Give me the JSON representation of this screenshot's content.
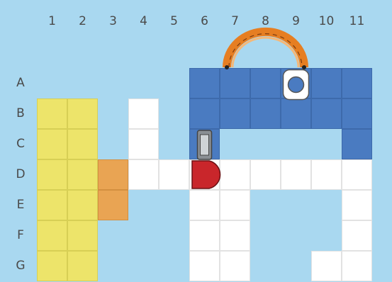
{
  "columns": [
    "1",
    "2",
    "3",
    "4",
    "5",
    "6",
    "7",
    "8",
    "9",
    "10",
    "11"
  ],
  "rows": [
    "A",
    "B",
    "C",
    "D",
    "E",
    "F",
    "G"
  ],
  "colors": {
    "background": "#a9d8f0",
    "yellow": "#ede46a",
    "orange": "#e9a453",
    "white": "#ffffff",
    "blue": "#4a7bc1",
    "red_piece": "#c9262b",
    "arc": "#e67e22"
  },
  "tiles": [
    {
      "row": "B",
      "col": "1",
      "color": "yellow"
    },
    {
      "row": "B",
      "col": "2",
      "color": "yellow"
    },
    {
      "row": "C",
      "col": "1",
      "color": "yellow"
    },
    {
      "row": "C",
      "col": "2",
      "color": "yellow"
    },
    {
      "row": "D",
      "col": "1",
      "color": "yellow"
    },
    {
      "row": "D",
      "col": "2",
      "color": "yellow"
    },
    {
      "row": "E",
      "col": "1",
      "color": "yellow"
    },
    {
      "row": "E",
      "col": "2",
      "color": "yellow"
    },
    {
      "row": "F",
      "col": "1",
      "color": "yellow"
    },
    {
      "row": "F",
      "col": "2",
      "color": "yellow"
    },
    {
      "row": "G",
      "col": "1",
      "color": "yellow"
    },
    {
      "row": "G",
      "col": "2",
      "color": "yellow"
    },
    {
      "row": "D",
      "col": "3",
      "color": "orange"
    },
    {
      "row": "E",
      "col": "3",
      "color": "orange"
    },
    {
      "row": "B",
      "col": "4",
      "color": "white"
    },
    {
      "row": "C",
      "col": "4",
      "color": "white"
    },
    {
      "row": "D",
      "col": "4",
      "color": "white"
    },
    {
      "row": "D",
      "col": "5",
      "color": "white"
    },
    {
      "row": "D",
      "col": "6",
      "color": "white"
    },
    {
      "row": "D",
      "col": "7",
      "color": "white"
    },
    {
      "row": "D",
      "col": "8",
      "color": "white"
    },
    {
      "row": "D",
      "col": "9",
      "color": "white"
    },
    {
      "row": "D",
      "col": "10",
      "color": "white"
    },
    {
      "row": "D",
      "col": "11",
      "color": "white"
    },
    {
      "row": "E",
      "col": "6",
      "color": "white"
    },
    {
      "row": "E",
      "col": "7",
      "color": "white"
    },
    {
      "row": "F",
      "col": "6",
      "color": "white"
    },
    {
      "row": "F",
      "col": "7",
      "color": "white"
    },
    {
      "row": "G",
      "col": "6",
      "color": "white"
    },
    {
      "row": "G",
      "col": "7",
      "color": "white"
    },
    {
      "row": "E",
      "col": "11",
      "color": "white"
    },
    {
      "row": "F",
      "col": "11",
      "color": "white"
    },
    {
      "row": "G",
      "col": "10",
      "color": "white"
    },
    {
      "row": "G",
      "col": "11",
      "color": "white"
    },
    {
      "row": "A",
      "col": "6",
      "color": "blue"
    },
    {
      "row": "A",
      "col": "7",
      "color": "blue"
    },
    {
      "row": "A",
      "col": "8",
      "color": "blue"
    },
    {
      "row": "A",
      "col": "9",
      "color": "blue"
    },
    {
      "row": "A",
      "col": "10",
      "color": "blue"
    },
    {
      "row": "A",
      "col": "11",
      "color": "blue"
    },
    {
      "row": "B",
      "col": "6",
      "color": "blue"
    },
    {
      "row": "B",
      "col": "7",
      "color": "blue"
    },
    {
      "row": "B",
      "col": "8",
      "color": "blue"
    },
    {
      "row": "B",
      "col": "9",
      "color": "blue"
    },
    {
      "row": "B",
      "col": "10",
      "color": "blue"
    },
    {
      "row": "B",
      "col": "11",
      "color": "blue"
    },
    {
      "row": "C",
      "col": "6",
      "color": "blue"
    },
    {
      "row": "C",
      "col": "11",
      "color": "blue"
    }
  ],
  "pieces": {
    "red_piece": {
      "row": "D",
      "col": "6",
      "name": "red-piece"
    },
    "rail_piece": {
      "row": "C",
      "col": "6",
      "name": "rail-piece"
    },
    "ring_piece": {
      "row": "A",
      "col": "9",
      "name": "ring-piece"
    },
    "arc_bridge": {
      "from_col": "7",
      "to_col": "9",
      "row": "A",
      "name": "arc-bridge"
    }
  }
}
